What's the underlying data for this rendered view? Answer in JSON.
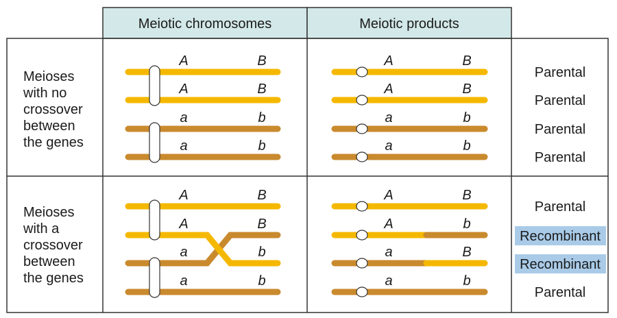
{
  "headers": {
    "col1": "Meiotic chromosomes",
    "col2": "Meiotic products"
  },
  "rows": [
    {
      "label_lines": [
        "Meioses",
        "with no",
        "crossover",
        "between",
        "the genes"
      ],
      "chromosomes": [
        {
          "left": "A",
          "right": "B"
        },
        {
          "left": "A",
          "right": "B"
        },
        {
          "left": "a",
          "right": "b"
        },
        {
          "left": "a",
          "right": "b"
        }
      ],
      "products": [
        {
          "left": "A",
          "right": "B"
        },
        {
          "left": "A",
          "right": "B"
        },
        {
          "left": "a",
          "right": "b"
        },
        {
          "left": "a",
          "right": "b"
        }
      ],
      "outcomes": [
        {
          "label": "Parental",
          "highlight": false
        },
        {
          "label": "Parental",
          "highlight": false
        },
        {
          "label": "Parental",
          "highlight": false
        },
        {
          "label": "Parental",
          "highlight": false
        }
      ]
    },
    {
      "label_lines": [
        "Meioses",
        "with a",
        "crossover",
        "between",
        "the genes"
      ],
      "chromosomes": [
        {
          "left": "A",
          "right": "B"
        },
        {
          "left": "A",
          "right": "B"
        },
        {
          "left": "a",
          "right": "b"
        },
        {
          "left": "a",
          "right": "b"
        }
      ],
      "products": [
        {
          "left": "A",
          "right": "B"
        },
        {
          "left": "A",
          "right": "b"
        },
        {
          "left": "a",
          "right": "B"
        },
        {
          "left": "a",
          "right": "b"
        }
      ],
      "outcomes": [
        {
          "label": "Parental",
          "highlight": false
        },
        {
          "label": "Recombinant",
          "highlight": true
        },
        {
          "label": "Recombinant",
          "highlight": true
        },
        {
          "label": "Parental",
          "highlight": false
        }
      ]
    }
  ],
  "colors": {
    "header_fill": "#d3e8e8",
    "allele_upper": "#f5b800",
    "allele_lower": "#c98a2e",
    "recombinant_highlight": "#a9cbe8",
    "border": "#333333"
  }
}
